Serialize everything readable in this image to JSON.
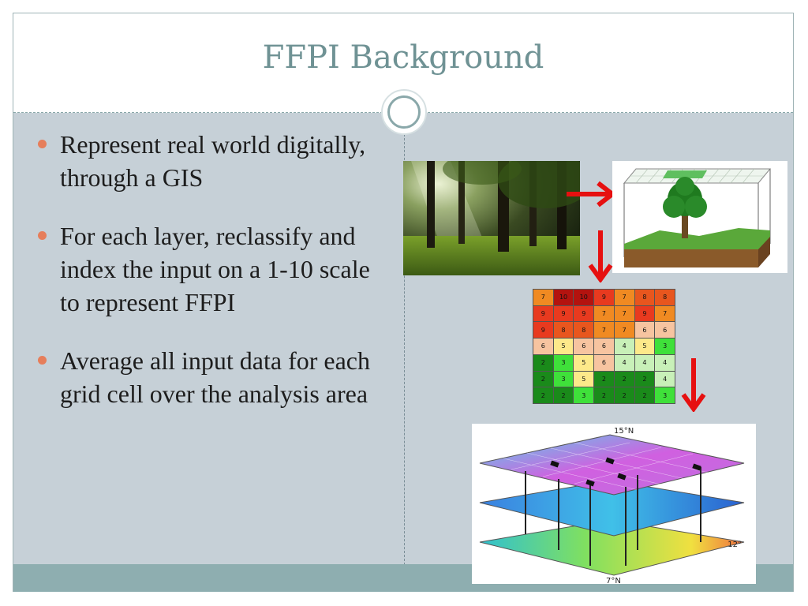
{
  "slide": {
    "title": "FFPI Background",
    "bullets": [
      "Represent real world digitally, through a GIS",
      "For each layer, reclassify and index the input on a 1-10 scale to represent FFPI",
      "Average all input data for each grid cell over the analysis area"
    ]
  },
  "grid_values": [
    [
      7,
      10,
      10,
      9,
      7,
      8,
      8
    ],
    [
      9,
      9,
      9,
      7,
      7,
      9,
      7
    ],
    [
      9,
      8,
      8,
      7,
      7,
      6,
      6
    ],
    [
      6,
      5,
      6,
      6,
      4,
      5,
      3
    ],
    [
      2,
      3,
      5,
      6,
      4,
      4,
      4
    ],
    [
      2,
      3,
      5,
      2,
      2,
      2,
      4
    ],
    [
      2,
      2,
      3,
      2,
      2,
      2,
      3
    ]
  ],
  "grid_colors": {
    "10": "#b3130f",
    "9": "#e83a1f",
    "8": "#e8561e",
    "7": "#f08a22",
    "6": "#f7c4a0",
    "5": "#fde98a",
    "4": "#c8f0b8",
    "3": "#3fe03a",
    "2": "#1a8a1a"
  },
  "map_labels": {
    "top": "15°N",
    "bottom": "7°N",
    "right": "12°"
  },
  "colors": {
    "accent": "#e67e5b",
    "title": "#6f9294",
    "content_bg": "#c6d0d7",
    "footer": "#8eaeb0",
    "arrow": "#e61010"
  }
}
